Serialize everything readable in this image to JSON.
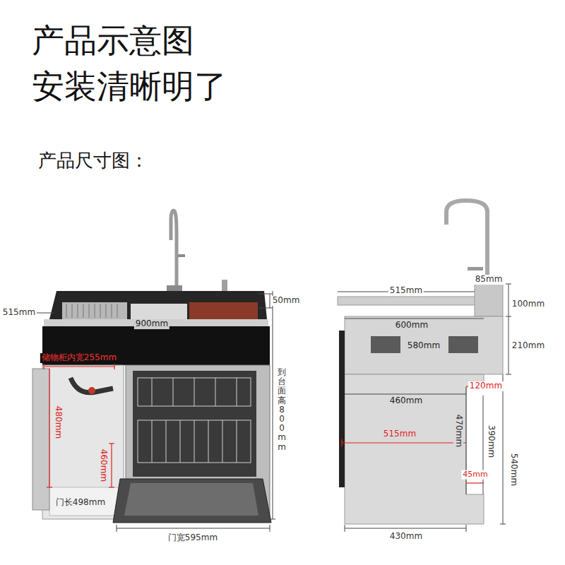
{
  "diagram": {
    "title": "产品示意图 安装清晰明了",
    "labels": [
      "产品尺寸图：",
      "515mm",
      "50mm",
      "900mm",
      "储物柜内宽255mm",
      "480mm",
      "460mm",
      "门长498mm",
      "到台面高800mm",
      "门宽595mm",
      "515mm",
      "85mm",
      "100mm",
      "600mm",
      "580mm",
      "210mm",
      "120mm",
      "460mm",
      "470mm",
      "390mm",
      "515mm",
      "540mm",
      "45mm",
      "430mm"
    ]
  }
}
